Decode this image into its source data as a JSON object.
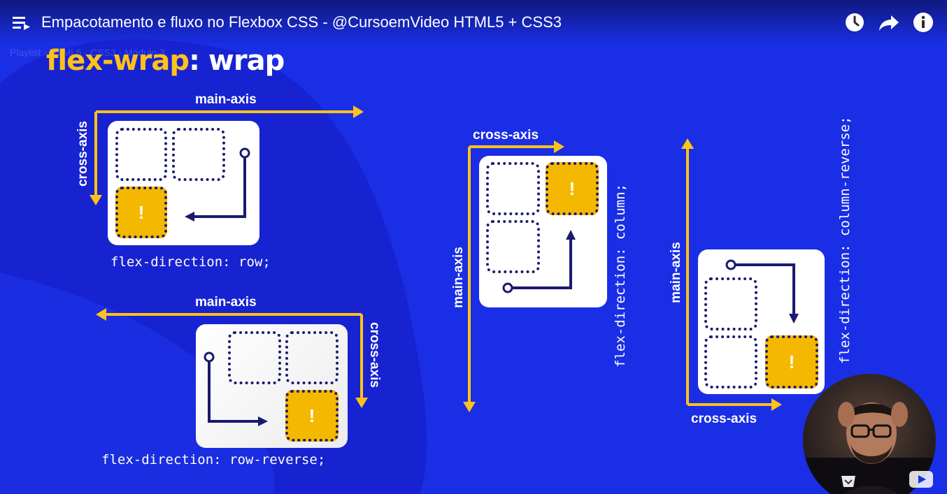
{
  "player": {
    "title": "Empacotamento e fluxo no Flexbox CSS - @CursoemVideo HTML5 + CSS3",
    "overlay_text": "Playlist · HTML5 · CSS3 · Módulo 3",
    "icons": [
      "playlist-icon",
      "watch-later-icon",
      "share-icon",
      "info-icon"
    ]
  },
  "slide": {
    "heading_property": "flex-wrap",
    "heading_separator": ":",
    "heading_value": "wrap",
    "diagrams": [
      {
        "caption": "flex-direction: row;",
        "main_axis": "main-axis",
        "cross_axis": "cross-axis"
      },
      {
        "caption": "flex-direction: row-reverse;",
        "main_axis": "main-axis",
        "cross_axis": "cross-axis"
      },
      {
        "caption": "flex-direction: column;",
        "main_axis": "main-axis",
        "cross_axis": "cross-axis"
      },
      {
        "caption": "flex-direction: column-reverse;",
        "main_axis": "main-axis",
        "cross_axis": "cross-axis"
      }
    ],
    "highlight_mark": "!"
  },
  "colors": {
    "background": "#1a2ee6",
    "accent_yellow": "#ffc21a",
    "box_orange": "#f5b800",
    "dotted_navy": "#1a1a6e"
  }
}
